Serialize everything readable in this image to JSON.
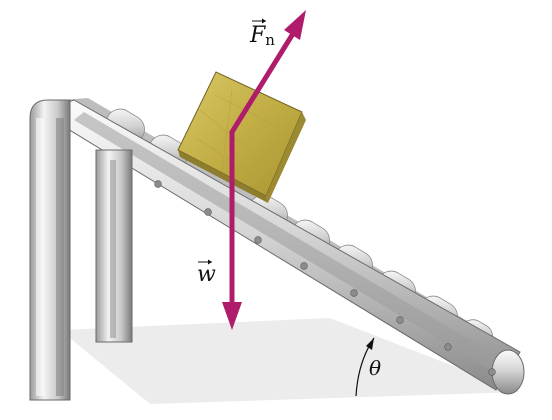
{
  "figure": {
    "forces": {
      "normal": {
        "symbol": "F",
        "subscript": "n",
        "direction": "perpendicular-to-incline"
      },
      "weight": {
        "symbol": "w",
        "direction": "down"
      }
    },
    "angle": {
      "symbol": "θ"
    }
  },
  "colors": {
    "force_arrow": "#b01c6c",
    "box_face": "#c5b24a",
    "box_top": "#d8c96a",
    "box_side": "#9c8a33",
    "metal_light": "#f1f1f1",
    "metal_mid": "#c8c8c8",
    "metal_dark": "#7c7c7c",
    "shadow": "#e4e4e4",
    "ink": "#111111"
  }
}
